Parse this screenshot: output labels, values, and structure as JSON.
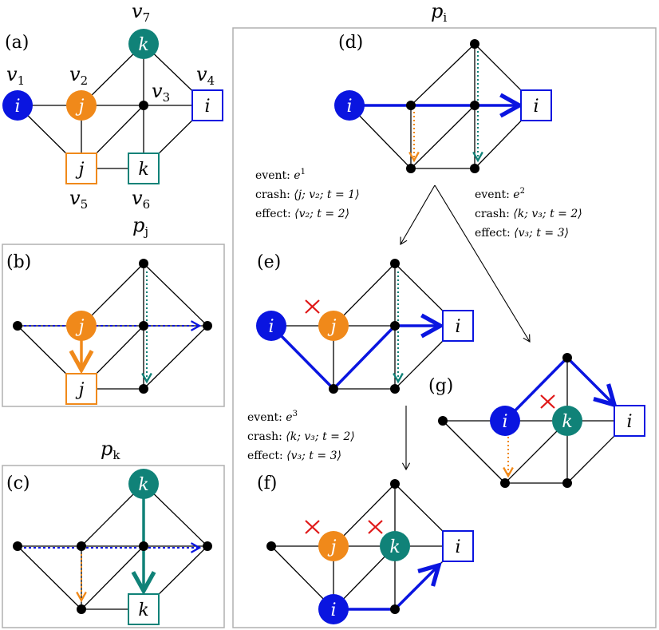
{
  "colors": {
    "agent_i": "#0a15e0",
    "agent_j": "#f0891a",
    "agent_k": "#108278",
    "crash": "#e01818",
    "frame": "#b0b0b0"
  },
  "panels": {
    "a": "(a)",
    "b": "(b)",
    "c": "(c)",
    "d": "(d)",
    "e": "(e)",
    "f": "(f)",
    "g": "(g)"
  },
  "plan_titles": {
    "p_i": "p",
    "p_i_sub": "i",
    "p_j": "p",
    "p_j_sub": "j",
    "p_k": "p",
    "p_k_sub": "k"
  },
  "vertices": {
    "v1": "v",
    "v1_sub": "1",
    "v2": "v",
    "v2_sub": "2",
    "v3": "v",
    "v3_sub": "3",
    "v4": "v",
    "v4_sub": "4",
    "v5": "v",
    "v5_sub": "5",
    "v6": "v",
    "v6_sub": "6",
    "v7": "v",
    "v7_sub": "7"
  },
  "agents": {
    "i": "i",
    "j": "j",
    "k": "k"
  },
  "events": [
    {
      "event_label": "event:",
      "event_name": "e",
      "event_sup": "1",
      "crash_label": "crash:",
      "crash_value": "⟨j; v₂; t = 1⟩",
      "effect_label": "effect:",
      "effect_value": "⟨v₂; t = 2⟩"
    },
    {
      "event_label": "event:",
      "event_name": "e",
      "event_sup": "2",
      "crash_label": "crash:",
      "crash_value": "⟨k; v₃; t = 2⟩",
      "effect_label": "effect:",
      "effect_value": "⟨v₃; t = 3⟩"
    },
    {
      "event_label": "event:",
      "event_name": "e",
      "event_sup": "3",
      "crash_label": "crash:",
      "crash_value": "⟨k; v₃; t = 2⟩",
      "effect_label": "effect:",
      "effect_value": "⟨v₃; t = 3⟩"
    }
  ],
  "crash_mark": "✕"
}
